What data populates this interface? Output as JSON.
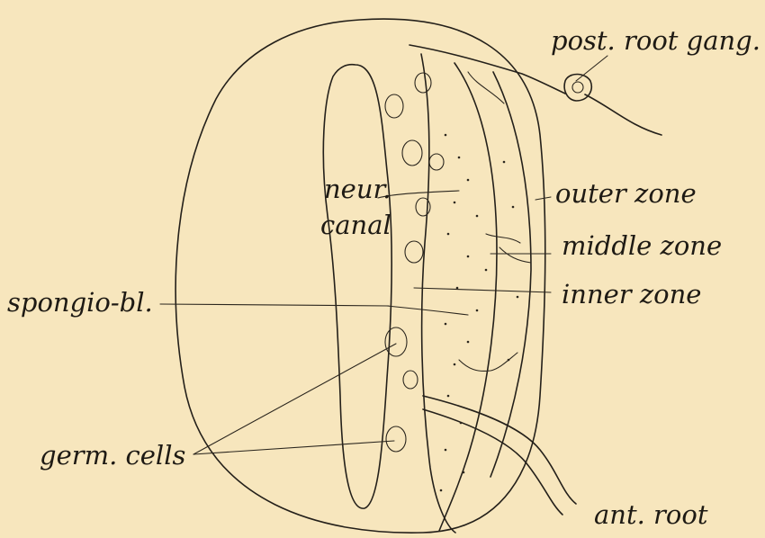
{
  "figure": {
    "background": "#f7e6bd",
    "ink": "#1e1a14",
    "labels": {
      "post_root_gang": "post. root gang.",
      "neur": "neur.",
      "canal": "canal",
      "outer_zone": "outer zone",
      "middle_zone": "middle zone",
      "inner_zone": "inner zone",
      "spongio_bl": "spongio-bl.",
      "germ_cells": "germ. cells",
      "ant_root": "ant. root"
    }
  }
}
